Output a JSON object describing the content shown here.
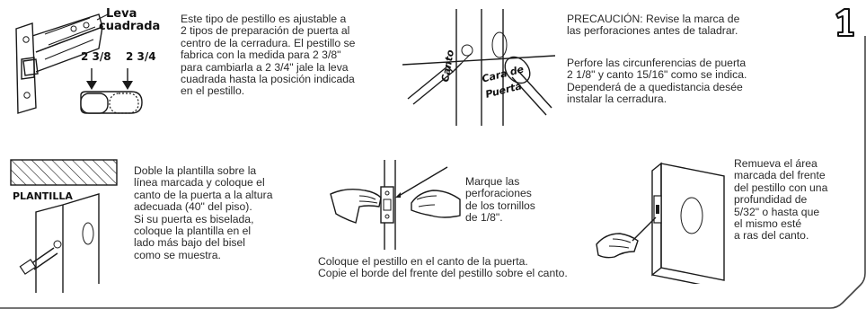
{
  "step_number": "1",
  "panel1": {
    "label_leva": "Leva",
    "label_cuadrada": "cuadrada",
    "size_a": "2 3/8",
    "size_b": "2 3/4",
    "text": "Este tipo de pestillo es ajustable a\n2 tipos de preparación de puerta al\ncentro de la cerradura. El pestillo se\nfabrica con la medida para 2 3/8\"\npara cambiarla a 2 3/4\" jale la leva\ncuadrada hasta la posición indicada\nen el pestillo."
  },
  "panel2": {
    "label_canto": "Canto",
    "label_cara_de": "Cara de",
    "label_puerta": "Puerta",
    "caution": "PRECAUCIÓN: Revise la marca de\nlas perforaciones antes de taladrar.",
    "text": "Perfore las circunferencias de puerta\n2 1/8\" y canto 15/16\" como se indica.\nDependerá de a quedistancia desée\ninstalar la cerradura."
  },
  "panel3": {
    "label_plantilla": "PLANTILLA",
    "text": "Doble la plantilla sobre la\nlínea marcada y coloque el\ncanto de la puerta a la altura\nadecuada (40\" del piso).\nSi su puerta es biselada,\ncoloque la plantilla en el\nlado más bajo del bisel\ncomo se muestra."
  },
  "panel4": {
    "text_side": "Marque las\nperforaciones\nde los tornillos\nde 1/8\".",
    "text_bottom": "Coloque el pestillo en el canto de la puerta.\nCopie el borde del frente del pestillo sobre el canto."
  },
  "panel5": {
    "text": "Remueva el área\nmarcada del frente\ndel pestillo con una\nprofundidad de\n5/32\" o hasta que\nel mismo esté\na ras del canto."
  }
}
